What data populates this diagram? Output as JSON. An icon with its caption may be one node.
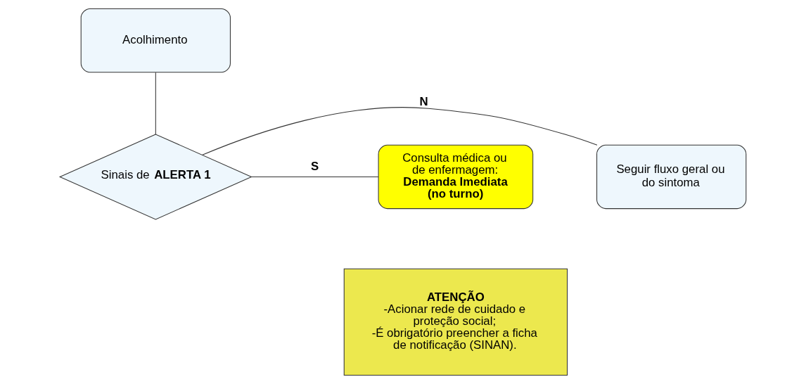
{
  "diagram": {
    "nodes": [
      {
        "text": [
          "Acolhimento"
        ]
      },
      {
        "text": [
          "Seguir fluxo geral ou do sintoma"
        ]
      },
      {
        "text": [
          "Sinais de **ALERTA 1**"
        ]
      },
      {
        "text": [
          "Consulta médica ou de enfermagem:",
          "Demanda Imediata (no turno)"
        ]
      },
      {
        "text": [
          "ATENÇÃO",
          "-Acionar rede de cuidado e proteção social;",
          "-É obrigatório preencher a ficha de notificação (SINAN)."
        ]
      }
    ],
    "edges": [
      {
        "from": 0,
        "to": 2,
        "arrow": "none"
      },
      {
        "from": 2,
        "to": 1,
        "arrow": "none",
        "label": "N"
      },
      {
        "from": 2,
        "to": 3,
        "arrow": "none",
        "label": "S"
      }
    ]
  }
}
